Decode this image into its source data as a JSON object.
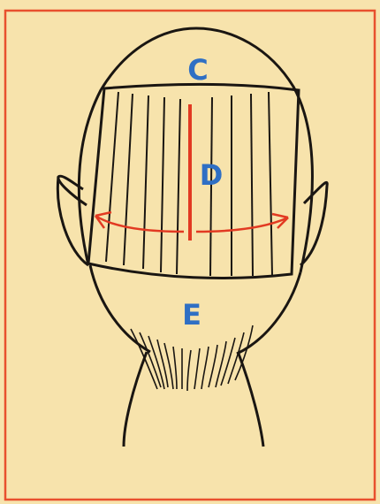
{
  "regions": {
    "top": "C",
    "middle": "D",
    "bottom": "E"
  },
  "colors": {
    "background": "#f7e3ac",
    "frame": "#e8502e",
    "outline": "#1a1612",
    "label": "#2f6fc4",
    "parting_line": "#e23a22"
  }
}
